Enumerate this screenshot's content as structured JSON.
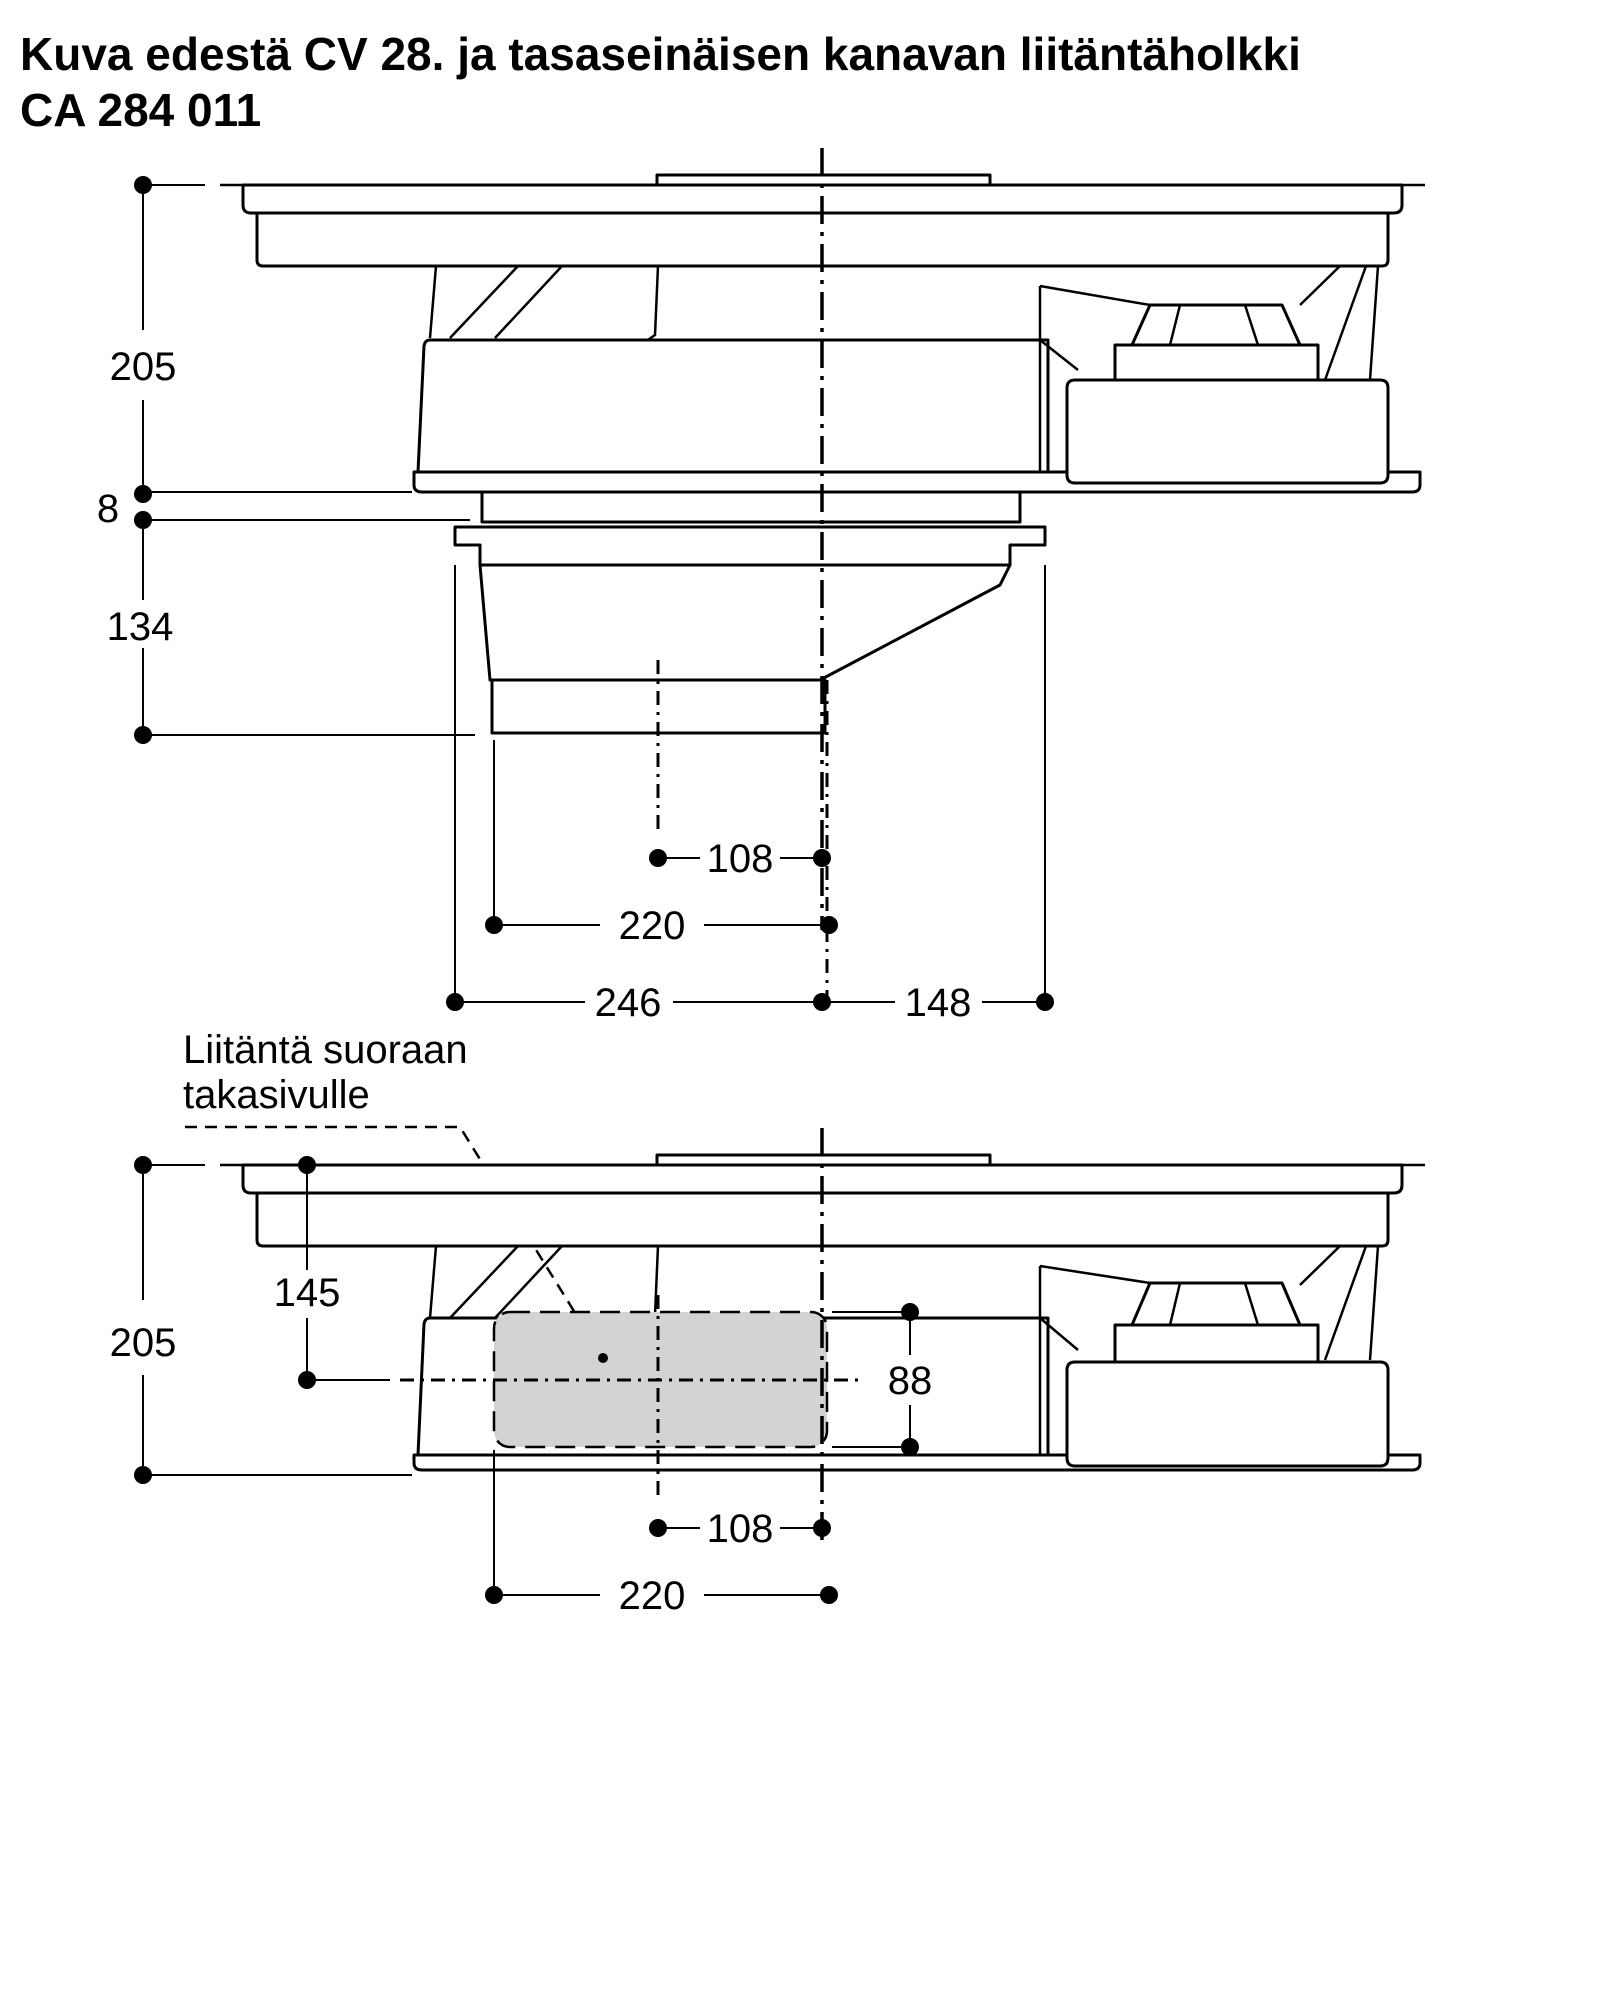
{
  "title": {
    "line1": "Kuva edestä CV 28. ja tasaseinäisen kanavan liitäntäholkki",
    "line2": "CA 284 011"
  },
  "top_view": {
    "dim_height_total": "205",
    "dim_gap": "8",
    "dim_adapter_height": "134",
    "dim_offset_108": "108",
    "dim_width_220": "220",
    "dim_left_246": "246",
    "dim_right_148": "148"
  },
  "bottom_view": {
    "annotation_line1": "Liitäntä suoraan",
    "annotation_line2": "takasivulle",
    "dim_height_total": "205",
    "dim_center_height": "145",
    "dim_opening_height": "88",
    "dim_offset_108": "108",
    "dim_width_220": "220"
  },
  "colors": {
    "line": "#000000",
    "opening_fill": "#d3d3d3",
    "background": "#ffffff"
  }
}
